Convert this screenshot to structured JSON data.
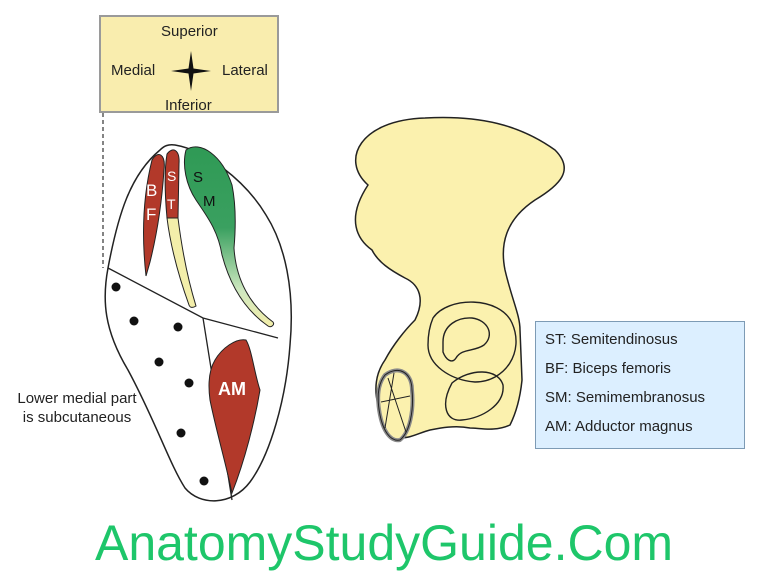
{
  "orientation": {
    "superior": "Superior",
    "inferior": "Inferior",
    "medial": "Medial",
    "lateral": "Lateral"
  },
  "muscle_labels": {
    "bf_top": "B",
    "bf_bottom": "F",
    "st_top": "S",
    "st_bottom": "T",
    "sm_top": "S",
    "sm_bottom": "M",
    "am": "AM"
  },
  "annotation": {
    "line1": "Lower medial part",
    "line2": "is subcutaneous"
  },
  "legend": [
    "ST: Semitendinosus",
    "BF: Biceps femoris",
    "SM: Semimembranosus",
    "AM: Adductor magnus"
  ],
  "colors": {
    "muscle_red": "#b2392a",
    "muscle_green": "#3aa060",
    "tendon_yellow": "#f3eeaa",
    "bone_yellow": "#fbf1ae",
    "orientation_box": "#f9edae",
    "legend_box": "#dcefff",
    "watermark_green": "#1ec66a"
  },
  "watermark": "AnatomyStudyGuide.Com"
}
